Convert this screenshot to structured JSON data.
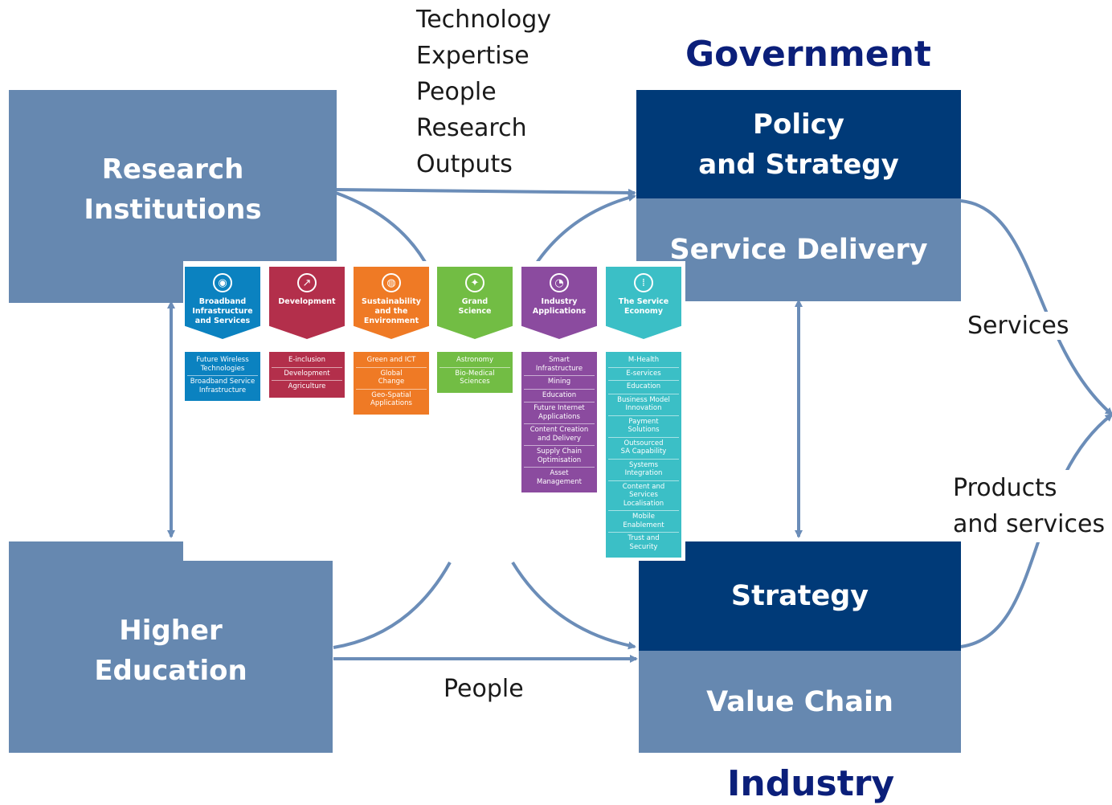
{
  "headings": {
    "government": "Government",
    "industry": "Industry"
  },
  "boxes": {
    "research": [
      "Research",
      "Institutions"
    ],
    "higher_education": [
      "Higher",
      "Education"
    ],
    "policy": [
      "Policy",
      "and Strategy"
    ],
    "service_delivery": "Service Delivery",
    "strategy": "Strategy",
    "value_chain": "Value Chain"
  },
  "flows": {
    "top": [
      "Technology",
      "Expertise",
      "People",
      "Research",
      "Outputs"
    ],
    "bottom": "People",
    "services": "Services",
    "products": [
      "Products",
      "and services"
    ]
  },
  "colors": {
    "box_light": "#6688b0",
    "box_dark": "#003a78",
    "arrow": "#6b8db8",
    "heading": "#0b1f7a"
  },
  "infographic": {
    "columns": [
      {
        "icon": "wifi-icon",
        "glyph": "◉",
        "color": "#0b82c0",
        "title": [
          "Broadband",
          "Infrastructure",
          "and Services"
        ],
        "items": [
          [
            "Future Wireless",
            "Technologies"
          ],
          [
            "Broadband Service",
            "Infrastructure"
          ]
        ]
      },
      {
        "icon": "growth-icon",
        "glyph": "↗",
        "color": "#b32f4b",
        "title": [
          "Development"
        ],
        "items": [
          [
            "E-inclusion"
          ],
          [
            "Development"
          ],
          [
            "Agriculture"
          ]
        ]
      },
      {
        "icon": "globe-icon",
        "glyph": "◍",
        "color": "#ef7a25",
        "title": [
          "Sustainability",
          "and the",
          "Environment"
        ],
        "items": [
          [
            "Green and ICT"
          ],
          [
            "Global",
            "Change"
          ],
          [
            "Geo-Spatial",
            "Applications"
          ]
        ]
      },
      {
        "icon": "satellite-icon",
        "glyph": "✦",
        "color": "#72bd44",
        "title": [
          "Grand",
          "Science"
        ],
        "items": [
          [
            "Astronomy"
          ],
          [
            "Bio-Medical",
            "Sciences"
          ]
        ]
      },
      {
        "icon": "industry-gauge-icon",
        "glyph": "◔",
        "color": "#8b4b9f",
        "title": [
          "Industry",
          "Applications"
        ],
        "items": [
          [
            "Smart",
            "Infrastructure"
          ],
          [
            "Mining"
          ],
          [
            "Education"
          ],
          [
            "Future Internet",
            "Applications"
          ],
          [
            "Content Creation",
            "and Delivery"
          ],
          [
            "Supply Chain",
            "Optimisation"
          ],
          [
            "Asset",
            "Management"
          ]
        ]
      },
      {
        "icon": "service-dots-icon",
        "glyph": "⁞",
        "color": "#3bbfc6",
        "title": [
          "The Service",
          "Economy"
        ],
        "items": [
          [
            "M-Health"
          ],
          [
            "E-services"
          ],
          [
            "Education"
          ],
          [
            "Business Model",
            "Innovation"
          ],
          [
            "Payment",
            "Solutions"
          ],
          [
            "Outsourced",
            "SA Capability"
          ],
          [
            "Systems",
            "Integration"
          ],
          [
            "Content and",
            "Services",
            "Localisation"
          ],
          [
            "Mobile",
            "Enablement"
          ],
          [
            "Trust and",
            "Security"
          ]
        ]
      }
    ]
  }
}
